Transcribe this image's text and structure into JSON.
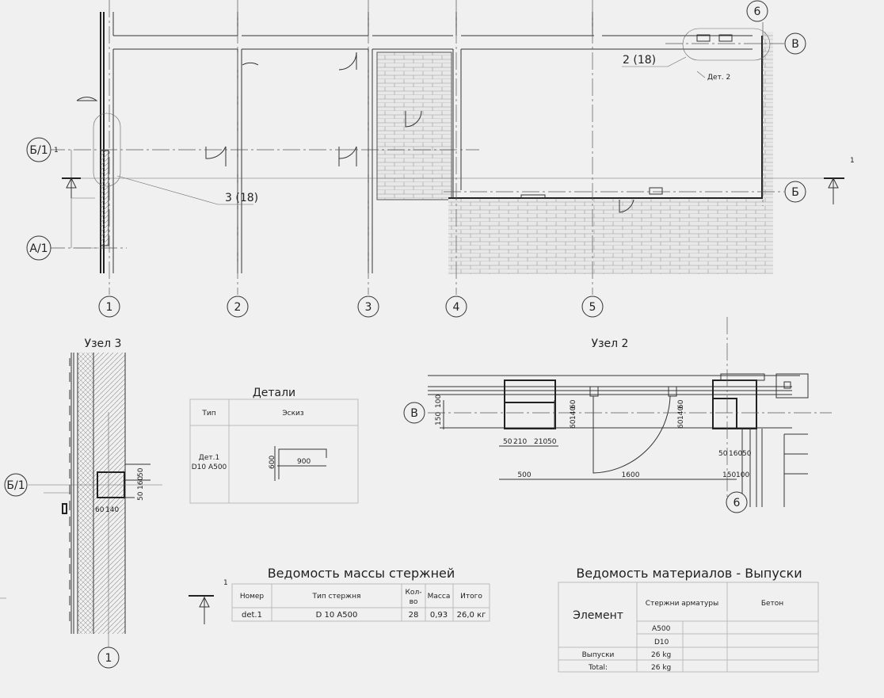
{
  "plan": {
    "axes_vertical": [
      "1",
      "2",
      "3",
      "4",
      "5",
      "6"
    ],
    "axes_horizontal": [
      "Б/1",
      "А/1",
      "В",
      "Б"
    ],
    "callout_node2": "2 (18)",
    "callout_node3": "3 (18)",
    "detail_tag": "Дет. 2",
    "section_mark": "1"
  },
  "node3": {
    "title": "Узел 3",
    "axis_h": "Б/1",
    "axis_v": "1",
    "dims": [
      "60",
      "140",
      "50",
      "160",
      "50"
    ]
  },
  "node2": {
    "title": "Узел 2",
    "axis_h": "В",
    "axis_v": "6",
    "dims_top": [
      "50",
      "210",
      "210",
      "50"
    ],
    "dims_bottom": [
      "500",
      "1600",
      "150",
      "100"
    ],
    "dims_right": [
      "50",
      "160",
      "50"
    ],
    "dims_vert_left": [
      "150",
      "100"
    ],
    "dims_vert_mid": [
      "60",
      "140",
      "60"
    ]
  },
  "details": {
    "title": "Детали",
    "headers": [
      "Тип",
      "Эскиз"
    ],
    "row": {
      "type_line1": "Дет.1",
      "type_line2": "D10 A500",
      "dim_h": "900",
      "dim_v": "600"
    }
  },
  "mass_schedule": {
    "title": "Ведомость массы стержней",
    "section_mark": "1",
    "headers": [
      "Номер",
      "Тип стержня",
      "Кол-",
      "во",
      "Масса",
      "Итого"
    ],
    "rows": [
      [
        "det.1",
        "D 10 A500",
        "28",
        "0,93",
        "26,0 кг"
      ]
    ]
  },
  "materials_schedule": {
    "title": "Ведомость материалов - Выпуски",
    "headers": {
      "element": "Элемент",
      "rebar": "Стержни арматуры",
      "concrete": "Бетон",
      "grade": "A500",
      "diameter": "D10"
    },
    "rows": [
      [
        "Выпуски",
        "26 kg"
      ],
      [
        "Total:",
        "26 kg"
      ]
    ]
  }
}
